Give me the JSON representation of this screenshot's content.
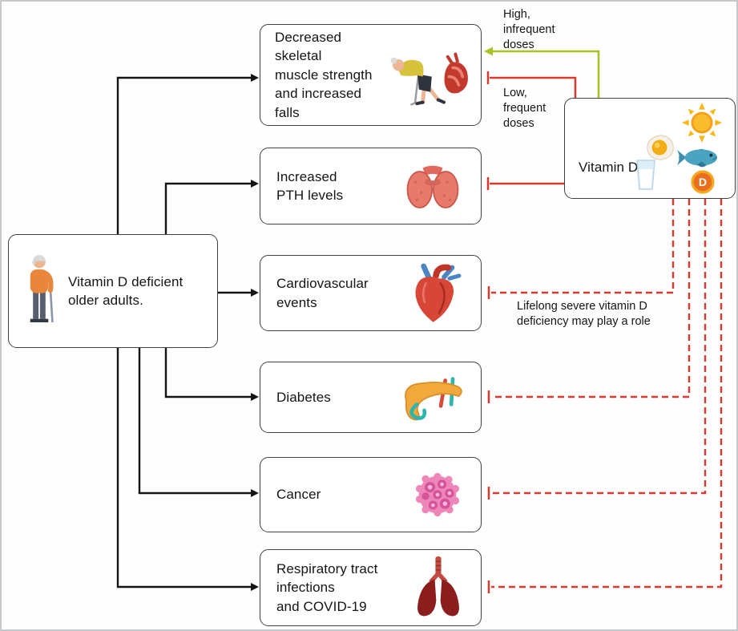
{
  "source": {
    "label": "Vitamin D deficient\nolder adults."
  },
  "outcomes": [
    {
      "label": "Decreased skeletal\nmuscle strength\nand increased falls",
      "icon": "falling-person-muscle-icon"
    },
    {
      "label": "Increased\nPTH levels",
      "icon": "thyroid-icon"
    },
    {
      "label": "Cardiovascular\nevents",
      "icon": "heart-icon"
    },
    {
      "label": "Diabetes",
      "icon": "pancreas-icon"
    },
    {
      "label": "Cancer",
      "icon": "cancer-cell-icon"
    },
    {
      "label": "Respiratory tract\ninfections\nand COVID-19",
      "icon": "lungs-icon"
    }
  ],
  "vitamin_d": {
    "label": "Vitamin D",
    "pill_letter": "D",
    "icons": [
      "sun-icon",
      "egg-icon",
      "fish-icon",
      "milk-glass-icon",
      "vitamin-pill-icon"
    ]
  },
  "annotations": {
    "high_doses": "High,\ninfrequent\ndoses",
    "low_doses": "Low,\nfrequent\ndoses",
    "lifelong": "Lifelong severe vitamin D\ndeficiency may play a role"
  },
  "connections": [
    {
      "from": "vitamin-d-deficient-older-adults",
      "to": "decreased-skeletal-muscle-strength",
      "style": "solid",
      "terminator": "arrow",
      "color": "#151515"
    },
    {
      "from": "vitamin-d-deficient-older-adults",
      "to": "increased-pth-levels",
      "style": "solid",
      "terminator": "arrow",
      "color": "#151515"
    },
    {
      "from": "vitamin-d-deficient-older-adults",
      "to": "cardiovascular-events",
      "style": "solid",
      "terminator": "arrow",
      "color": "#151515"
    },
    {
      "from": "vitamin-d-deficient-older-adults",
      "to": "diabetes",
      "style": "solid",
      "terminator": "arrow",
      "color": "#151515"
    },
    {
      "from": "vitamin-d-deficient-older-adults",
      "to": "cancer",
      "style": "solid",
      "terminator": "arrow",
      "color": "#151515"
    },
    {
      "from": "vitamin-d-deficient-older-adults",
      "to": "respiratory-tract-infections",
      "style": "solid",
      "terminator": "arrow",
      "color": "#151515"
    },
    {
      "from": "vitamin-d",
      "to": "decreased-skeletal-muscle-strength",
      "style": "solid",
      "terminator": "arrow",
      "color": "#a6c427",
      "note": "High, infrequent doses"
    },
    {
      "from": "vitamin-d",
      "to": "decreased-skeletal-muscle-strength",
      "style": "solid",
      "terminator": "inhibit",
      "color": "#d63b2f",
      "note": "Low, frequent doses"
    },
    {
      "from": "vitamin-d",
      "to": "increased-pth-levels",
      "style": "solid",
      "terminator": "inhibit",
      "color": "#d63b2f"
    },
    {
      "from": "vitamin-d",
      "to": "cardiovascular-events",
      "style": "dashed",
      "terminator": "inhibit",
      "color": "#d63b2f",
      "note": "Lifelong severe vitamin D deficiency may play a role"
    },
    {
      "from": "vitamin-d",
      "to": "diabetes",
      "style": "dashed",
      "terminator": "inhibit",
      "color": "#d63b2f"
    },
    {
      "from": "vitamin-d",
      "to": "cancer",
      "style": "dashed",
      "terminator": "inhibit",
      "color": "#d63b2f"
    },
    {
      "from": "vitamin-d",
      "to": "respiratory-tract-infections",
      "style": "dashed",
      "terminator": "inhibit",
      "color": "#d63b2f"
    }
  ],
  "colors": {
    "arrow_black": "#151515",
    "arrow_red": "#d63b2f",
    "arrow_green": "#a6c427",
    "box_border": "#3f3f3f",
    "canvas_frame": "#c6c9cc"
  }
}
